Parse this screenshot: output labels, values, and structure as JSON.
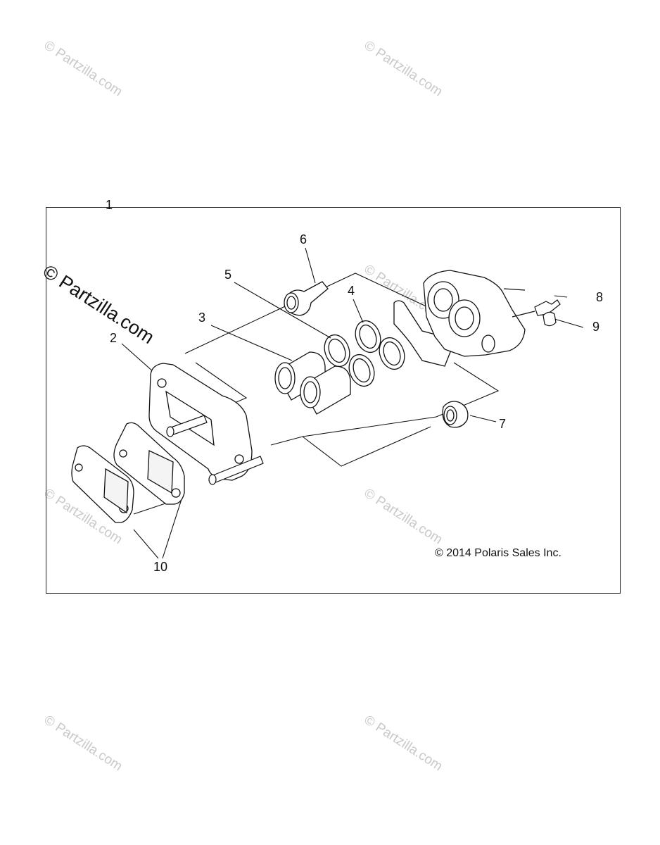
{
  "watermarks": {
    "small_text": "© Partzilla.com",
    "large_text": "© Partzilla.com"
  },
  "callouts": [
    "1",
    "2",
    "3",
    "4",
    "5",
    "6",
    "7",
    "8",
    "9",
    "10"
  ],
  "copyright": "© 2014 Polaris Sales Inc."
}
